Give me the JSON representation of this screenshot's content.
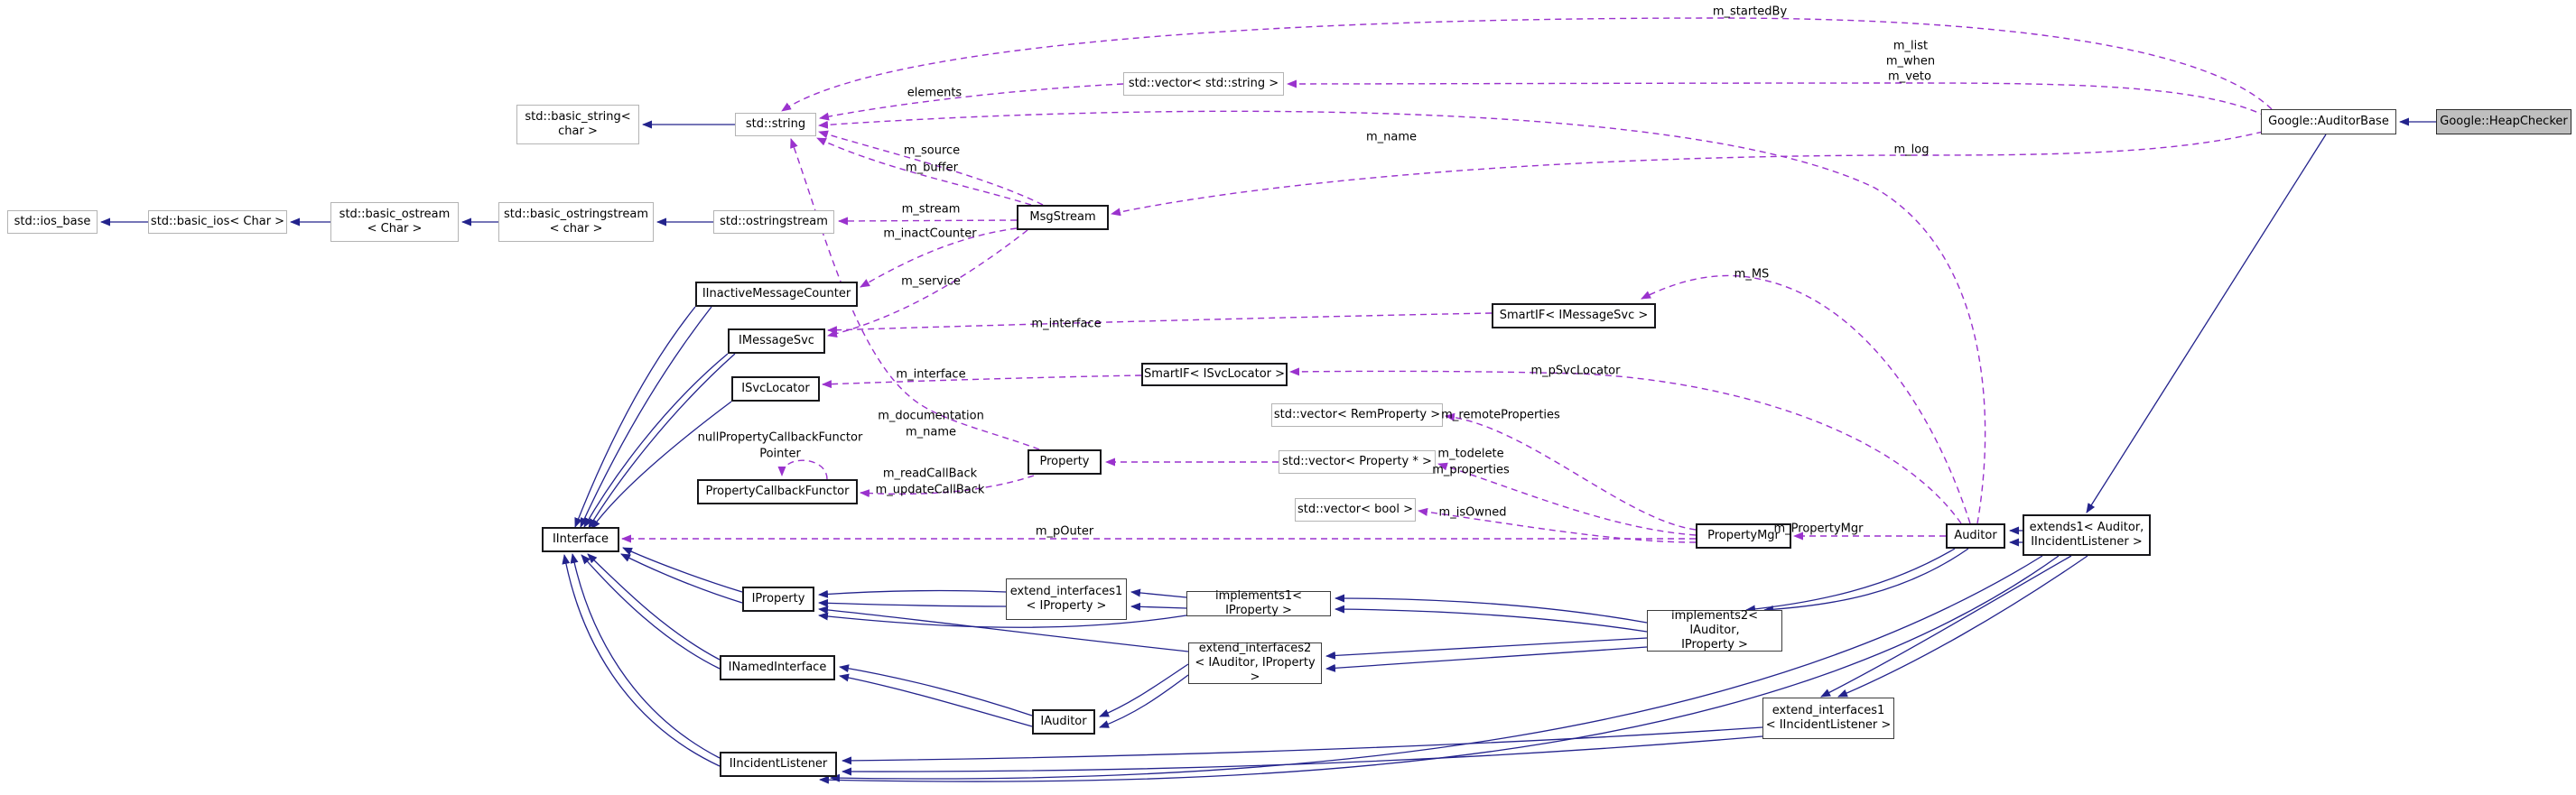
{
  "diagram": {
    "type": "doxygen-collaboration-graph",
    "colors": {
      "inheritance_edge": "#23238c",
      "usage_edge": "#9a32cd",
      "node_fill": "#ffffff",
      "highlight_fill": "#bfbfbf",
      "background": "#ffffff"
    },
    "nodes": [
      {
        "id": "ios-base",
        "label": "std::ios_base"
      },
      {
        "id": "basic-ios",
        "label": "std::basic_ios< Char >"
      },
      {
        "id": "basic-ostream",
        "label": "std::basic_ostream\n< Char >"
      },
      {
        "id": "basic-ostringstream",
        "label": "std::basic_ostringstream\n< char >"
      },
      {
        "id": "ostringstream",
        "label": "std::ostringstream"
      },
      {
        "id": "basic-string",
        "label": "std::basic_string<\nchar >"
      },
      {
        "id": "string",
        "label": "std::string"
      },
      {
        "id": "vector-string",
        "label": "std::vector< std::string >"
      },
      {
        "id": "msgstream",
        "label": "MsgStream"
      },
      {
        "id": "iinactivemessagecounter",
        "label": "IInactiveMessageCounter"
      },
      {
        "id": "imessagesvc",
        "label": "IMessageSvc"
      },
      {
        "id": "isvclocator",
        "label": "ISvcLocator"
      },
      {
        "id": "smartif-isvclocator",
        "label": "SmartIF< ISvcLocator >"
      },
      {
        "id": "smartif-imessagesvc",
        "label": "SmartIF< IMessageSvc >"
      },
      {
        "id": "vector-remproperty",
        "label": "std::vector< RemProperty >"
      },
      {
        "id": "vector-property-ptr",
        "label": "std::vector< Property * >"
      },
      {
        "id": "vector-bool",
        "label": "std::vector< bool >"
      },
      {
        "id": "property",
        "label": "Property"
      },
      {
        "id": "propertycallbackfunctor",
        "label": "PropertyCallbackFunctor"
      },
      {
        "id": "iinterface",
        "label": "IInterface"
      },
      {
        "id": "propertymgr",
        "label": "PropertyMgr"
      },
      {
        "id": "auditor",
        "label": "Auditor"
      },
      {
        "id": "extends1",
        "label": "extends1< Auditor,\nIIncidentListener >"
      },
      {
        "id": "iproperty",
        "label": "IProperty"
      },
      {
        "id": "extend-interfaces1-iproperty",
        "label": "extend_interfaces1\n< IProperty >"
      },
      {
        "id": "implements1-iproperty",
        "label": "implements1< IProperty >"
      },
      {
        "id": "extend-interfaces2",
        "label": "extend_interfaces2\n< IAuditor, IProperty >"
      },
      {
        "id": "inamedinterface",
        "label": "INamedInterface"
      },
      {
        "id": "iauditor",
        "label": "IAuditor"
      },
      {
        "id": "iincidentlistener",
        "label": "IIncidentListener"
      },
      {
        "id": "implements2",
        "label": "implements2< IAuditor,\nIProperty >"
      },
      {
        "id": "extend-interfaces1-iincidentlistener",
        "label": "extend_interfaces1\n< IIncidentListener >"
      },
      {
        "id": "google-auditorbase",
        "label": "Google::AuditorBase"
      },
      {
        "id": "google-heapchecker",
        "label": "Google::HeapChecker"
      }
    ],
    "edge_labels": [
      {
        "id": "elements-top",
        "text": "elements"
      },
      {
        "id": "m-startedby",
        "text": "m_startedBy"
      },
      {
        "id": "m-list",
        "text": "m_list"
      },
      {
        "id": "m-when",
        "text": "m_when"
      },
      {
        "id": "m-veto",
        "text": "m_veto"
      },
      {
        "id": "m-name-top",
        "text": "m_name"
      },
      {
        "id": "m-log",
        "text": "m_log"
      },
      {
        "id": "m-source",
        "text": "m_source"
      },
      {
        "id": "m-buffer",
        "text": "m_buffer"
      },
      {
        "id": "m-stream",
        "text": "m_stream"
      },
      {
        "id": "m-inactcounter",
        "text": "m_inactCounter"
      },
      {
        "id": "m-service",
        "text": "m_service"
      },
      {
        "id": "m-interface-1",
        "text": "m_interface"
      },
      {
        "id": "m-interface-2",
        "text": "m_interface"
      },
      {
        "id": "m-ms",
        "text": "m_MS"
      },
      {
        "id": "m-psvclocator",
        "text": "m_pSvcLocator"
      },
      {
        "id": "m-remoteproperties",
        "text": "m_remoteProperties"
      },
      {
        "id": "m-todelete",
        "text": "m_todelete"
      },
      {
        "id": "m-properties",
        "text": "m_properties"
      },
      {
        "id": "m-isowned",
        "text": "m_isOwned"
      },
      {
        "id": "m-documentation",
        "text": "m_documentation"
      },
      {
        "id": "m-name-mid",
        "text": "m_name"
      },
      {
        "id": "m-readcallback",
        "text": "m_readCallBack"
      },
      {
        "id": "m-updatecallback",
        "text": "m_updateCallBack"
      },
      {
        "id": "nullpcf-line1",
        "text": "nullPropertyCallbackFunctor"
      },
      {
        "id": "nullpcf-line2",
        "text": "Pointer"
      },
      {
        "id": "m-pouter",
        "text": "m_pOuter"
      },
      {
        "id": "m-propertymgr",
        "text": "m_PropertyMgr"
      }
    ]
  }
}
